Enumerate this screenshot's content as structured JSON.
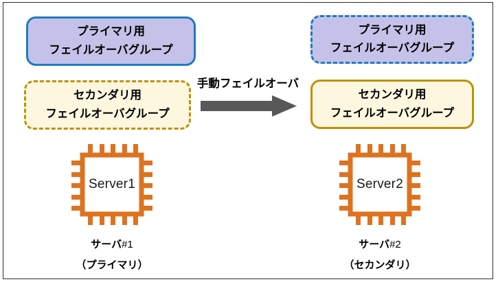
{
  "diagram": {
    "title_present": false,
    "colors": {
      "primary_border": "#1F7AC0",
      "primary_fill": "#C5C2E9",
      "secondary_border": "#BF9000",
      "secondary_fill": "#FDF7E0",
      "chip_orange": "#DD7320",
      "arrow_gray": "#585858",
      "frame_border": "#2B2B2B"
    },
    "left": {
      "primary_group": {
        "line1": "プライマリ用",
        "line2": "フェイルオーバグループ",
        "border_style": "solid"
      },
      "secondary_group": {
        "line1": "セカンダリ用",
        "line2": "フェイルオーバグループ",
        "border_style": "dashed"
      },
      "server": {
        "chip_label": "Server1",
        "caption_name": "サーバ",
        "caption_number": "#1",
        "caption_role": "（プライマリ）"
      }
    },
    "right": {
      "primary_group": {
        "line1": "プライマリ用",
        "line2": "フェイルオーバグループ",
        "border_style": "dashed"
      },
      "secondary_group": {
        "line1": "セカンダリ用",
        "line2": "フェイルオーバグループ",
        "border_style": "solid"
      },
      "server": {
        "chip_label": "Server2",
        "caption_name": "サーバ",
        "caption_number": "#2",
        "caption_role": "（セカンダリ）"
      }
    },
    "transition": {
      "label": "手動フェイルオーバ",
      "arrow_direction": "right"
    }
  }
}
